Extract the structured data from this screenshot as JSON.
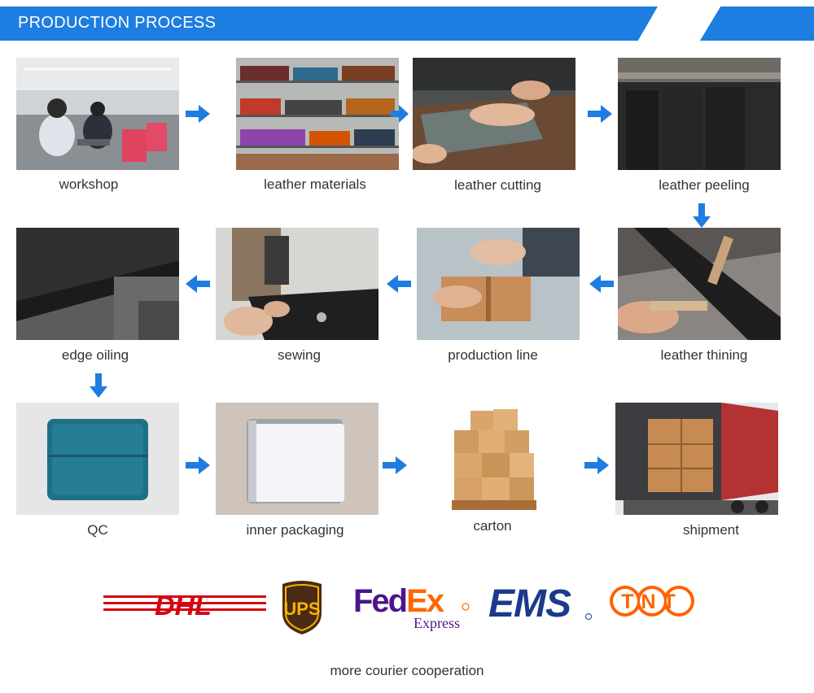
{
  "header": {
    "title": "PRODUCTION PROCESS"
  },
  "steps": [
    {
      "caption": "workshop"
    },
    {
      "caption": "leather materials"
    },
    {
      "caption": "leather cutting"
    },
    {
      "caption": "leather peeling"
    },
    {
      "caption": "edge oiling"
    },
    {
      "caption": "sewing"
    },
    {
      "caption": "production line"
    },
    {
      "caption": "leather thining"
    },
    {
      "caption": "QC"
    },
    {
      "caption": "inner packaging"
    },
    {
      "caption": "carton"
    },
    {
      "caption": "shipment"
    }
  ],
  "couriers": {
    "dhl": "DHL",
    "ups": "UPS",
    "fedex_fed": "Fed",
    "fedex_ex": "Ex",
    "fedex_sub": "Express",
    "ems": "EMS",
    "tnt": "TNT"
  },
  "footer": {
    "text": "more courier cooperation"
  },
  "colors": {
    "accent": "#1e7de0",
    "dhl_red": "#d40511",
    "fedex_purple": "#4d148c",
    "fedex_orange": "#ff6600",
    "ems_blue": "#1b3a8c",
    "tnt_orange": "#ff6200",
    "ups_brown": "#4a2a14",
    "ups_gold": "#f5b400"
  }
}
